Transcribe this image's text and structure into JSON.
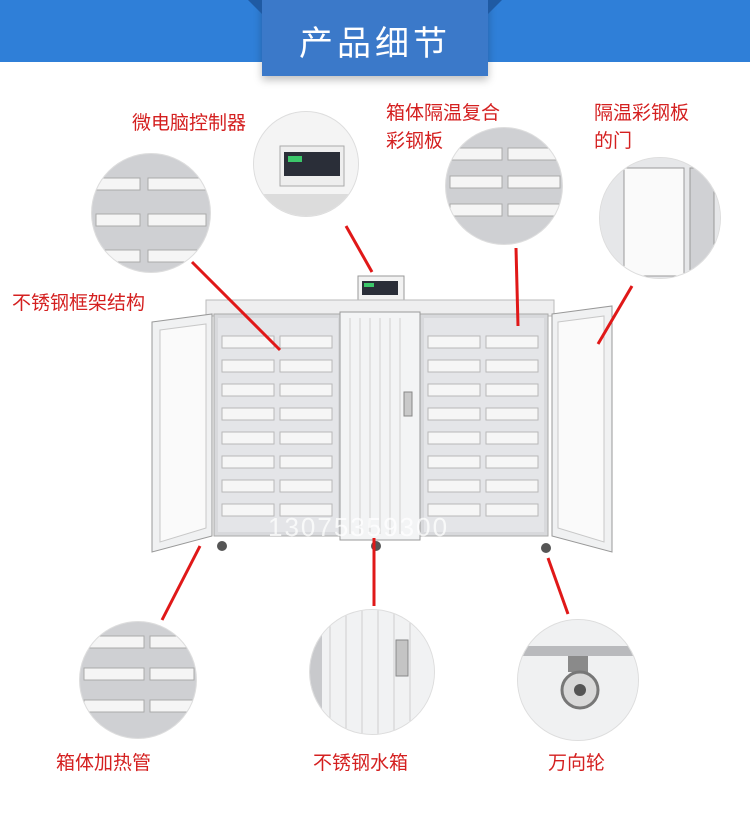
{
  "header": {
    "title": "产品细节"
  },
  "labels": {
    "controller": "微电脑控制器",
    "cabinet_panel_line1": "箱体隔温复合",
    "cabinet_panel_line2": "彩钢板",
    "door_line1": "隔温彩钢板",
    "door_line2": "的门",
    "frame": "不锈钢框架结构",
    "heater": "箱体加热管",
    "water_tank": "不锈钢水箱",
    "wheel": "万向轮"
  },
  "watermark": "13075359300",
  "colors": {
    "header_blue": "#2f7fd8",
    "label_red": "#d42020",
    "pointer_red": "#e01818"
  }
}
